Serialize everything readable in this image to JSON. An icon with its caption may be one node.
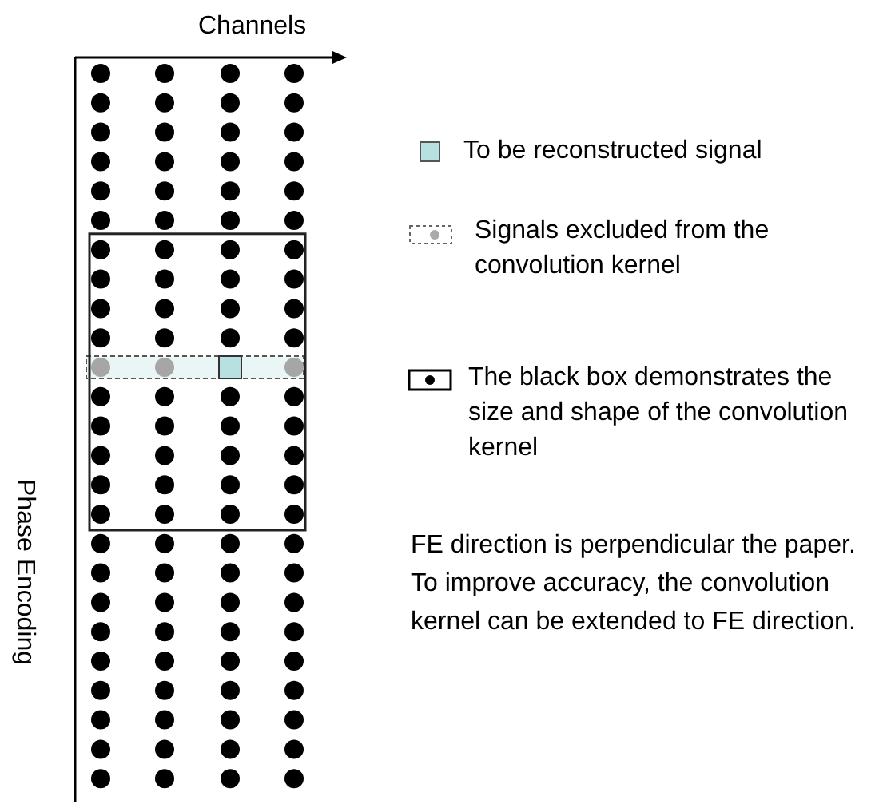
{
  "diagram": {
    "labels": [
      "Channels",
      "Phase Encoding",
      "FE direction is perpendicular the paper. To improve accuracy, the convolution kernel can be extended to FE direction."
    ],
    "legend": [
      {
        "text": "To be reconstructed signal",
        "color": "#b9e0e0"
      },
      {
        "text": "Signals excluded from the convolution kernel"
      },
      {
        "text": "The black box demonstrates the size and shape of the convolution kernel"
      }
    ]
  }
}
